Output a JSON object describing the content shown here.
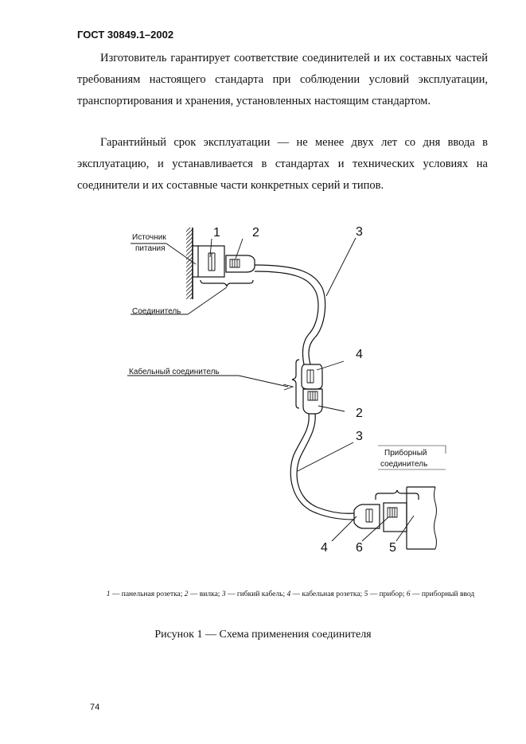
{
  "header": {
    "doc_code": "ГОСТ 30849.1–2002"
  },
  "paragraphs": [
    "Изготовитель гарантирует соответствие соединителей и их составных частей требованиям настоящего стандарта при соблюдении условий эксплуатации, транспортирования и хранения, установленных настоящим стандартом.",
    "Гарантийный срок эксплуатации — не менее двух лет со дня ввода в эксплуатацию, и устанавливается в стандартах и технических условиях на соединители и их составные части конкретных серий и типов."
  ],
  "figure": {
    "labels": {
      "source": [
        "Источник",
        "питания"
      ],
      "connector": "Соединитель",
      "cable_connector": "Кабельный соединитель",
      "device_connector": [
        "Приборный",
        "соединитель"
      ]
    },
    "numbers": {
      "n1": "1",
      "n2_top": "2",
      "n3_top": "3",
      "n4_mid": "4",
      "n2_mid": "2",
      "n3_low": "3",
      "n4_low": "4",
      "n6": "6",
      "n5": "5"
    }
  },
  "legend": [
    {
      "num": "1",
      "text": " — панельная розетка; "
    },
    {
      "num": "2",
      "text": " — вилка; "
    },
    {
      "num": "3",
      "text": " — гибкий кабель; "
    },
    {
      "num": "4",
      "text": " — кабельная розетка; "
    },
    {
      "num": "5",
      "text": " — прибор; "
    },
    {
      "num": "6",
      "text": " — приборный ввод"
    }
  ],
  "caption": "Рисунок 1 — Схема применения соединителя",
  "page_number": "74"
}
